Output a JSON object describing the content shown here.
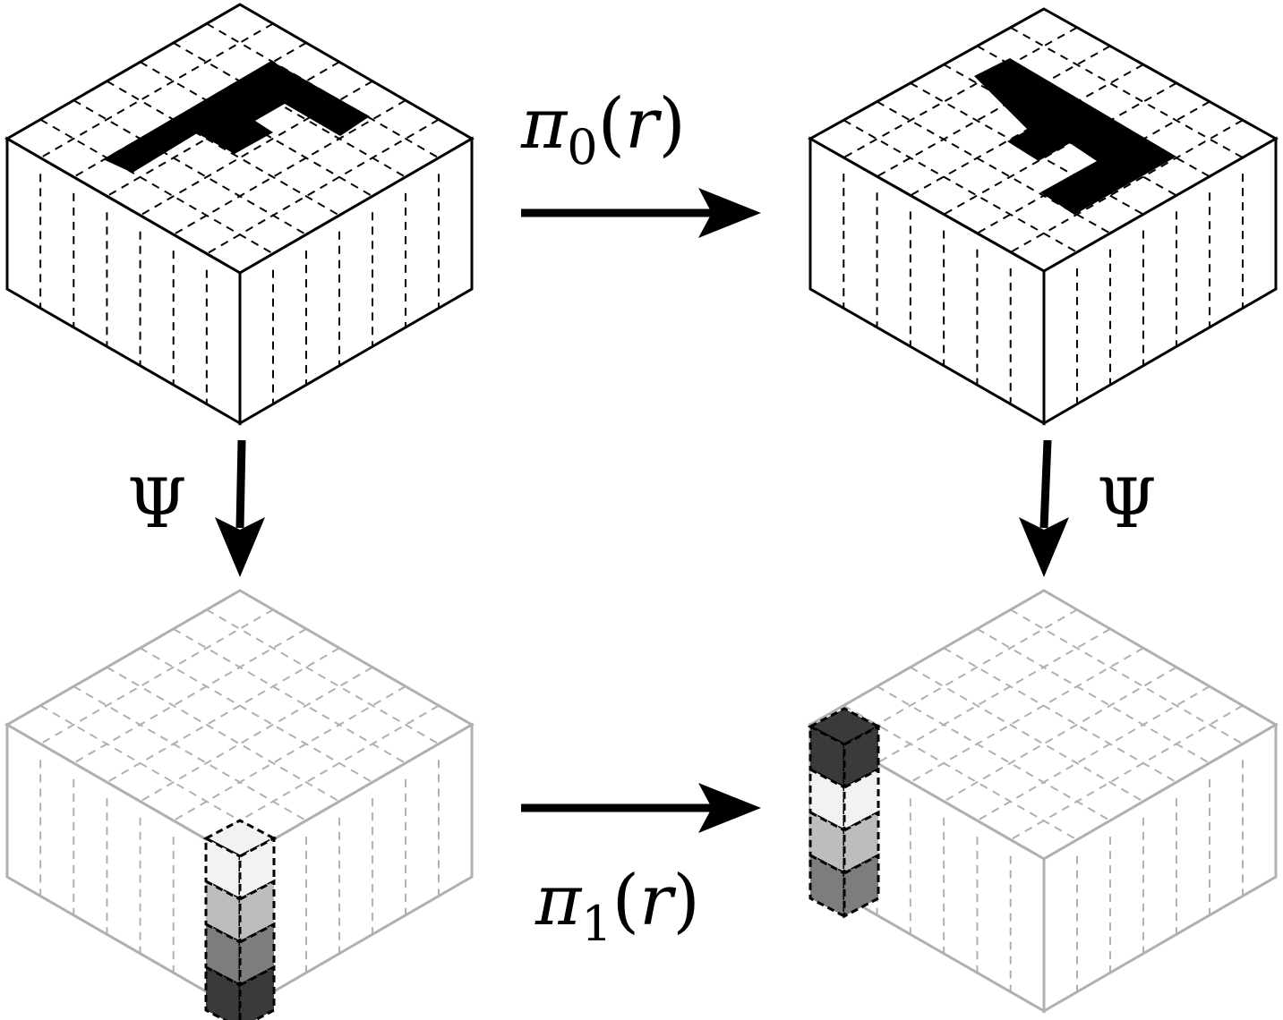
{
  "labels": {
    "pi0": {
      "symbol": "π",
      "index": "0",
      "arg": "r"
    },
    "pi1": {
      "symbol": "π",
      "index": "1",
      "arg": "r"
    },
    "psi_left": "Ψ",
    "psi_right": "Ψ"
  },
  "colors": {
    "ink": "#000000",
    "faded": "#b0b0b0",
    "cell_shades_left": [
      "#f2f2f2",
      "#bdbdbd",
      "#7d7d7d",
      "#3a3a3a"
    ],
    "cell_shades_right": [
      "#3a3a3a",
      "#f2f2f2",
      "#bdbdbd",
      "#7d7d7d"
    ]
  }
}
